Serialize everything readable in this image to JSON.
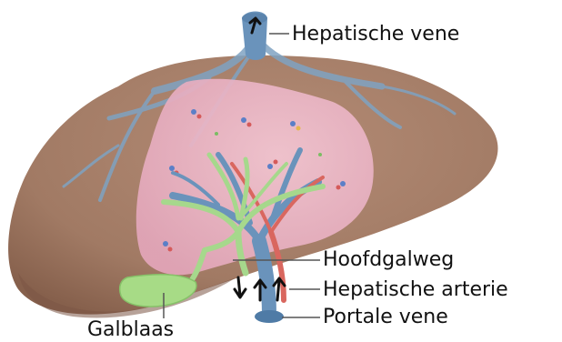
{
  "labels": {
    "hepatic_vein": "Hepatische vene",
    "common_bile_duct": "Hoofdgalweg",
    "hepatic_artery": "Hepatische arterie",
    "portal_vein": "Portale vene",
    "gallbladder": "Galblaas"
  },
  "colors": {
    "liver": "#a9806b",
    "liver_shadow": "#8a6350",
    "lobe_section": "#eab3c4",
    "vein": "#6f95b5",
    "artery": "#d86a62",
    "bile_duct": "#a9dc8d",
    "gallbladder": "#a8dc87",
    "leader_line": "#555555",
    "arrow": "#111111"
  }
}
